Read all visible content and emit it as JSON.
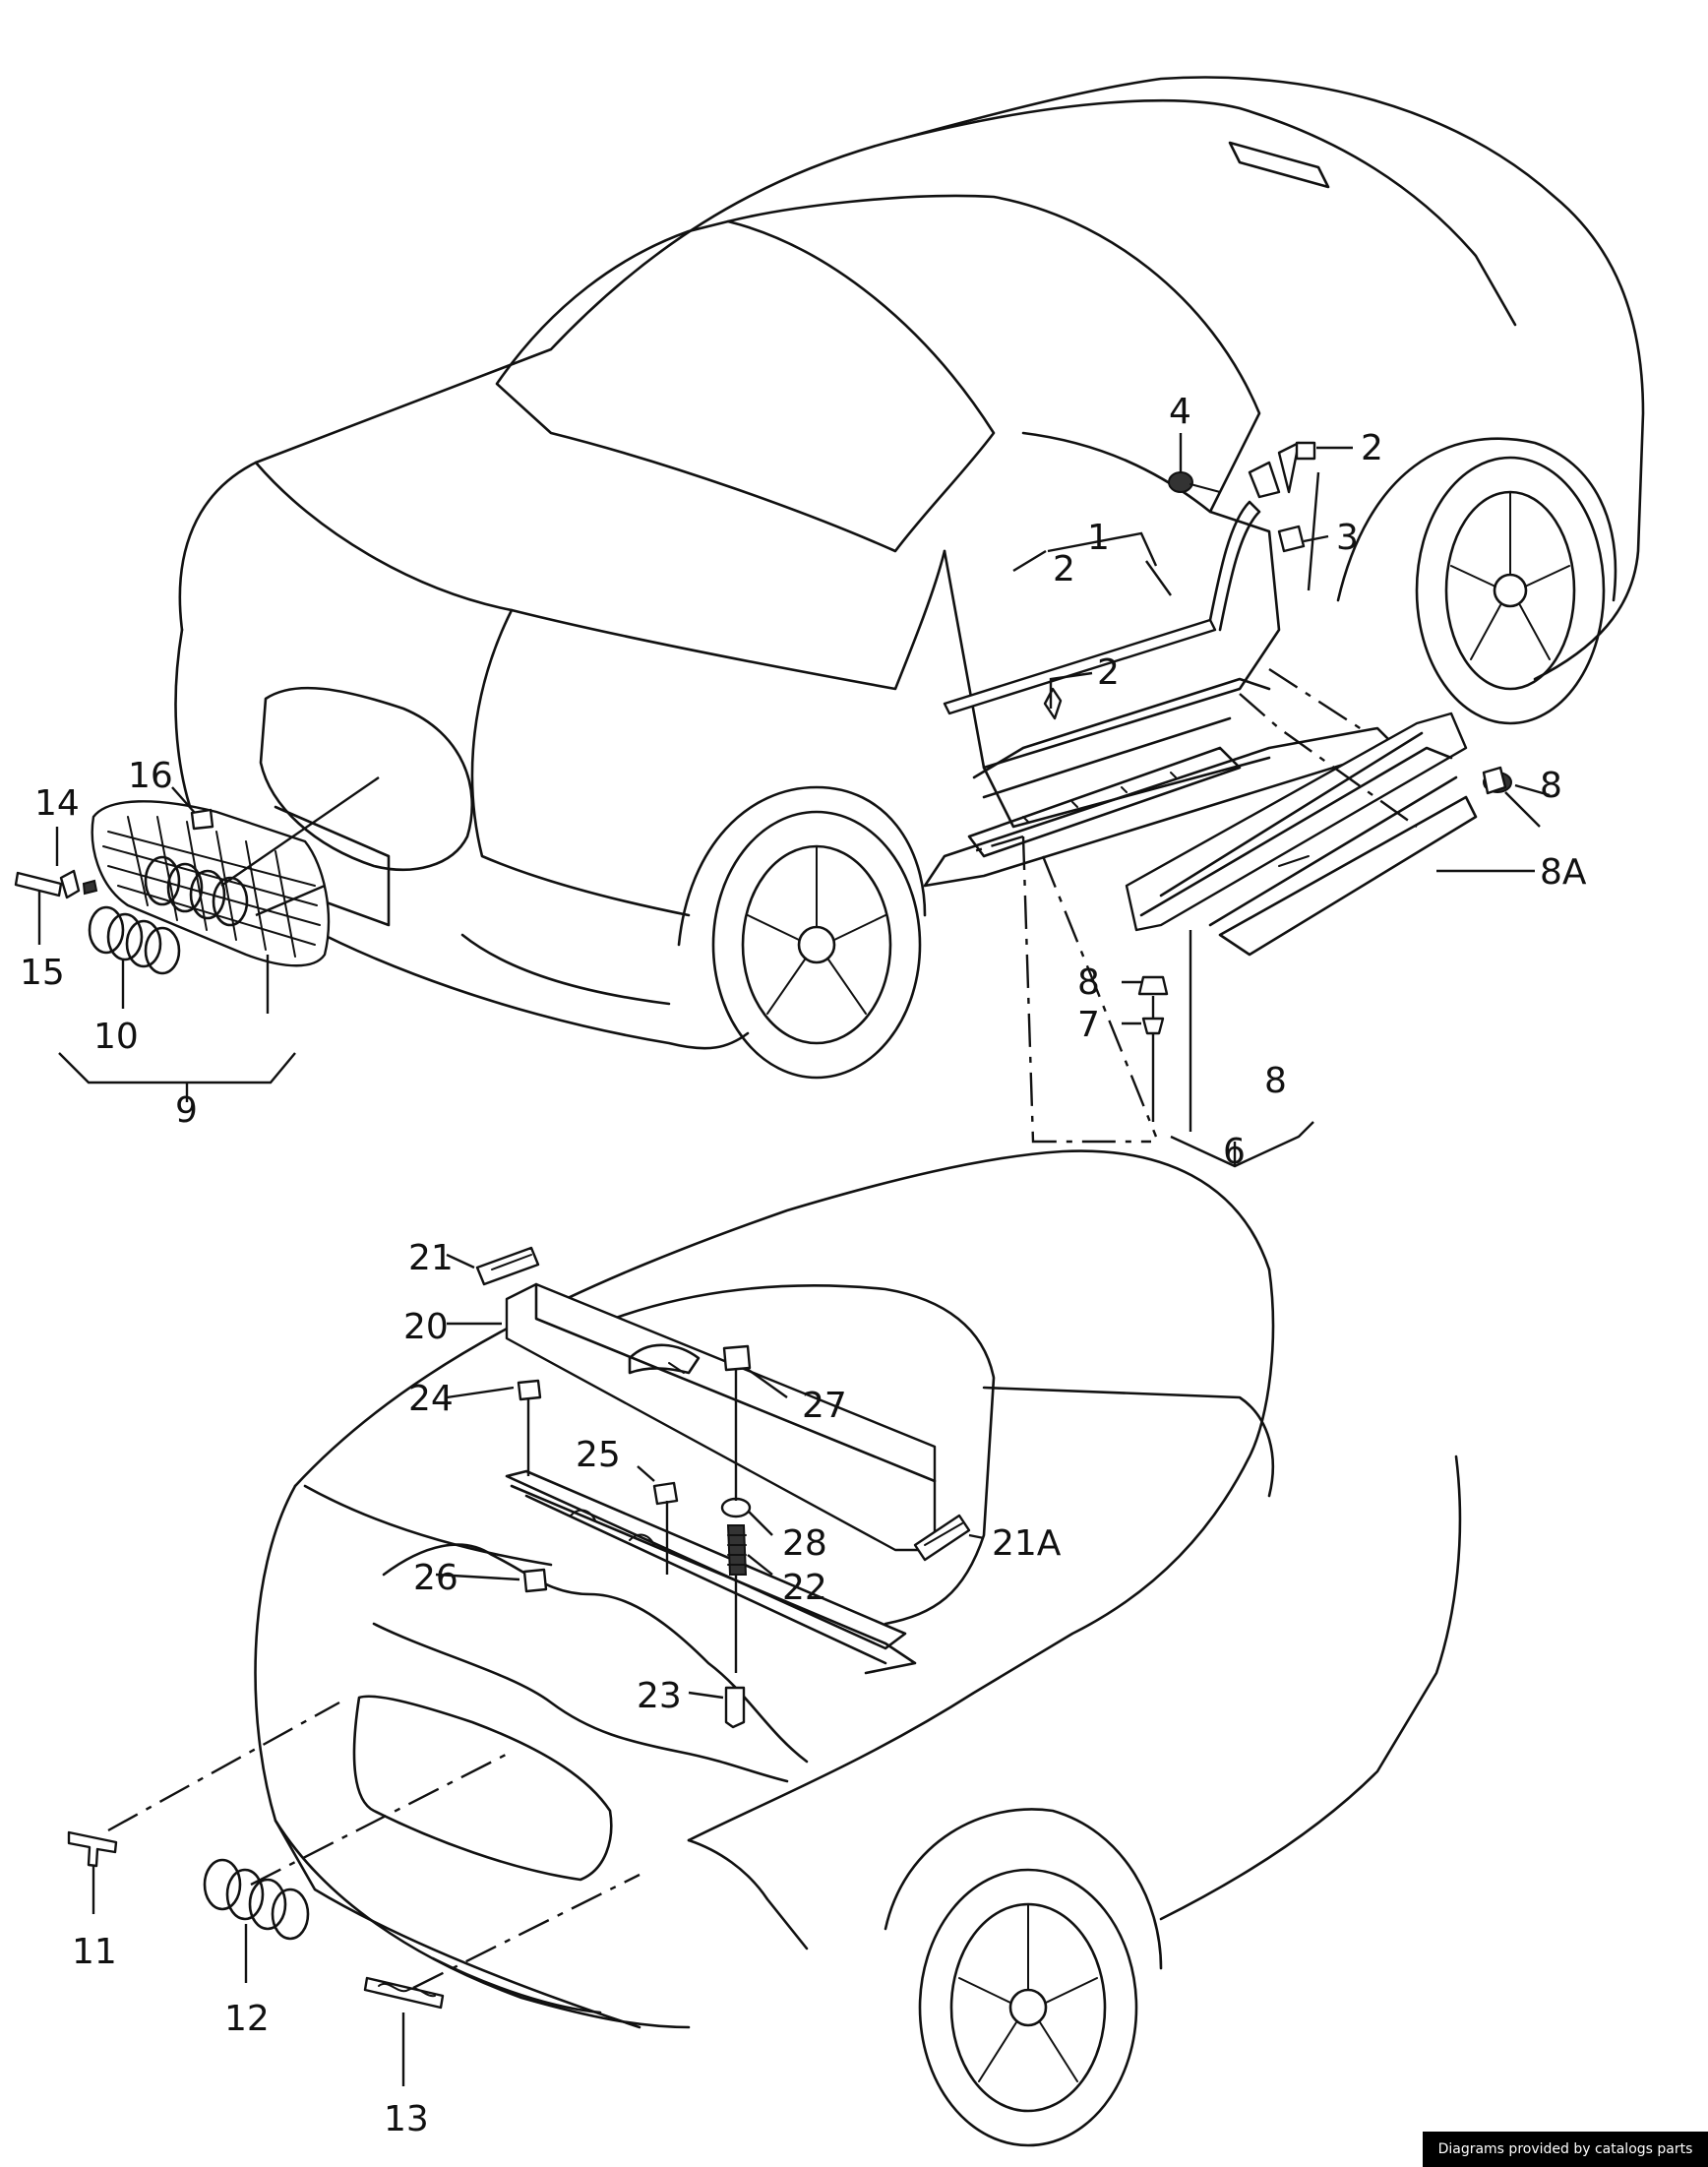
{
  "callouts": {
    "n1": "1",
    "n2a": "2",
    "n2b": "2",
    "n2c": "2",
    "n3": "3",
    "n4": "4",
    "n6": "6",
    "n7": "7",
    "n8a": "8",
    "n8b": "8",
    "n8c": "8",
    "n8A": "8A",
    "n9": "9",
    "n10": "10",
    "n11": "11",
    "n12": "12",
    "n13": "13",
    "n14": "14",
    "n15": "15",
    "n16": "16",
    "n20": "20",
    "n21": "21",
    "n21A": "21A",
    "n22": "22",
    "n23": "23",
    "n24": "24",
    "n25": "25",
    "n26": "26",
    "n27": "27",
    "n28": "28"
  },
  "footer": {
    "credit": "Diagrams provided by catalogs parts"
  }
}
